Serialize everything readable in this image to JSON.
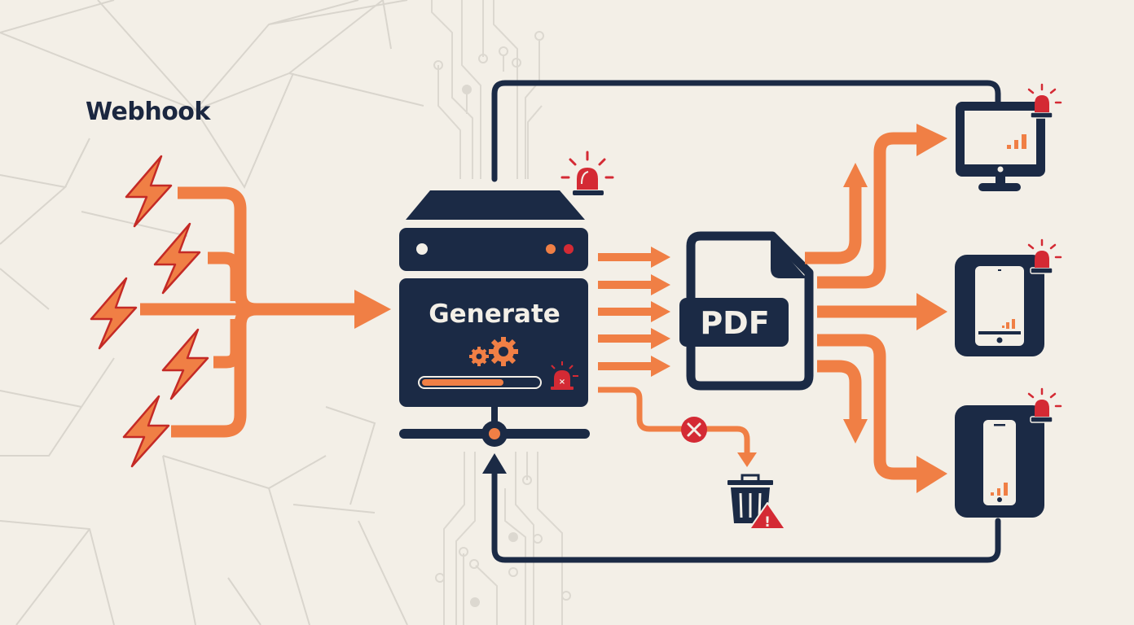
{
  "title": "Webhook",
  "server": {
    "label": "Generate",
    "progress_percent": 63
  },
  "document": {
    "label": "PDF"
  },
  "sources": {
    "count": 5,
    "icon": "lightning-bolt-icon"
  },
  "outputs": {
    "pdf_arrows": 5,
    "devices": [
      {
        "type": "desktop-monitor",
        "alert": true
      },
      {
        "type": "tablet",
        "alert": true
      },
      {
        "type": "smartphone",
        "alert": true
      }
    ]
  },
  "failure_path": {
    "error_icon": "error-x-icon",
    "destination_icon": "trash-bin-icon",
    "warning_icon": "warning-triangle-icon"
  },
  "alerts": [
    "server-alarm",
    "progress-alarm",
    "monitor-alarm",
    "tablet-alarm",
    "phone-alarm"
  ],
  "colors": {
    "background": "#f3efe7",
    "navy": "#1b2a45",
    "orange": "#f07f45",
    "red": "#d42a34",
    "grid_line": "#d9d5cd"
  }
}
